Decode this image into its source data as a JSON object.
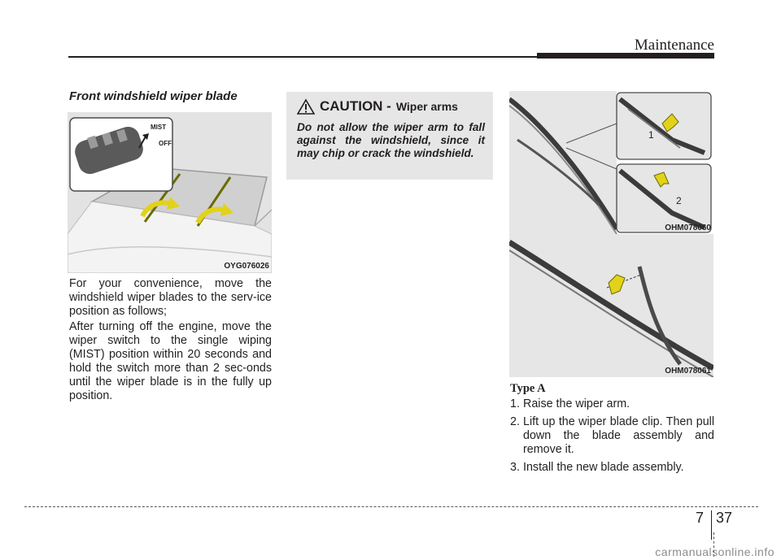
{
  "header": {
    "section": "Maintenance"
  },
  "left": {
    "heading": "Front windshield wiper blade",
    "figure1": {
      "label_mist": "MIST",
      "label_off": "OFF",
      "code": "OYG076026"
    },
    "para1": "For your convenience, move the windshield wiper blades to the serv-ice position as follows;",
    "para2": "After turning off the engine, move the wiper switch to the single wiping (MIST) position within 20 seconds and hold the switch more than 2 sec-onds until the wiper blade is in the fully up position."
  },
  "caution": {
    "title": "CAUTION - ",
    "subtitle": "Wiper arms",
    "body": "Do not allow the wiper arm to fall against the windshield, since it may chip or crack the windshield."
  },
  "right": {
    "figure2": {
      "callout1": "1",
      "callout2": "2",
      "code": "OHM078060"
    },
    "figure3": {
      "code": "OHM078061"
    },
    "type_label": "Type A",
    "steps": [
      {
        "num": "1.",
        "text": "Raise the wiper arm."
      },
      {
        "num": "2.",
        "text": "Lift up the wiper blade clip. Then pull down the blade assembly and remove it."
      },
      {
        "num": "3.",
        "text": "Install the new blade assembly."
      }
    ]
  },
  "footer": {
    "chapter": "7",
    "page": "37",
    "watermark": "carmanualsonline.info"
  }
}
